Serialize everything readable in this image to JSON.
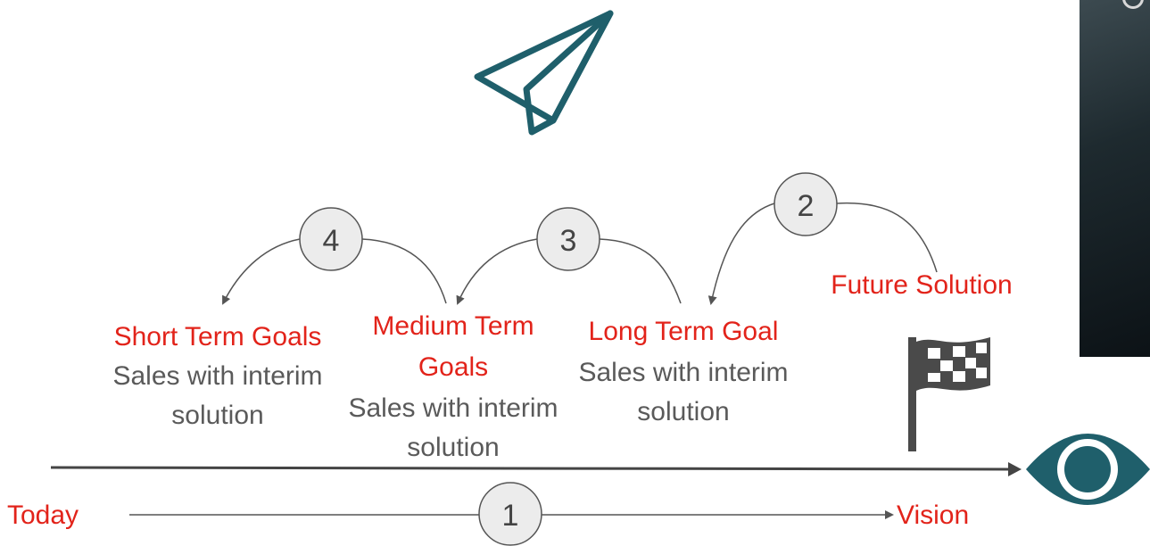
{
  "steps": {
    "step1": "1",
    "step2": "2",
    "step3": "3",
    "step4": "4"
  },
  "timeline": {
    "start_label": "Today",
    "end_label": "Vision"
  },
  "goals": {
    "future": {
      "title": "Future Solution"
    },
    "long_term": {
      "title": "Long Term Goal",
      "desc_line1": "Sales with interim",
      "desc_line2": "solution"
    },
    "medium_term": {
      "title_line1": "Medium Term",
      "title_line2": "Goals",
      "desc_line1": "Sales with interim",
      "desc_line2": "solution"
    },
    "short_term": {
      "title": "Short Term Goals",
      "desc_line1": "Sales with interim",
      "desc_line2": "solution"
    }
  },
  "colors": {
    "accent_red": "#e2231a",
    "teal": "#1f5f6b",
    "gray_text": "#5a5a5a",
    "flag_gray": "#4a4a4a"
  },
  "icons": [
    "paper-plane-icon",
    "checkered-flag-icon",
    "eye-icon"
  ]
}
